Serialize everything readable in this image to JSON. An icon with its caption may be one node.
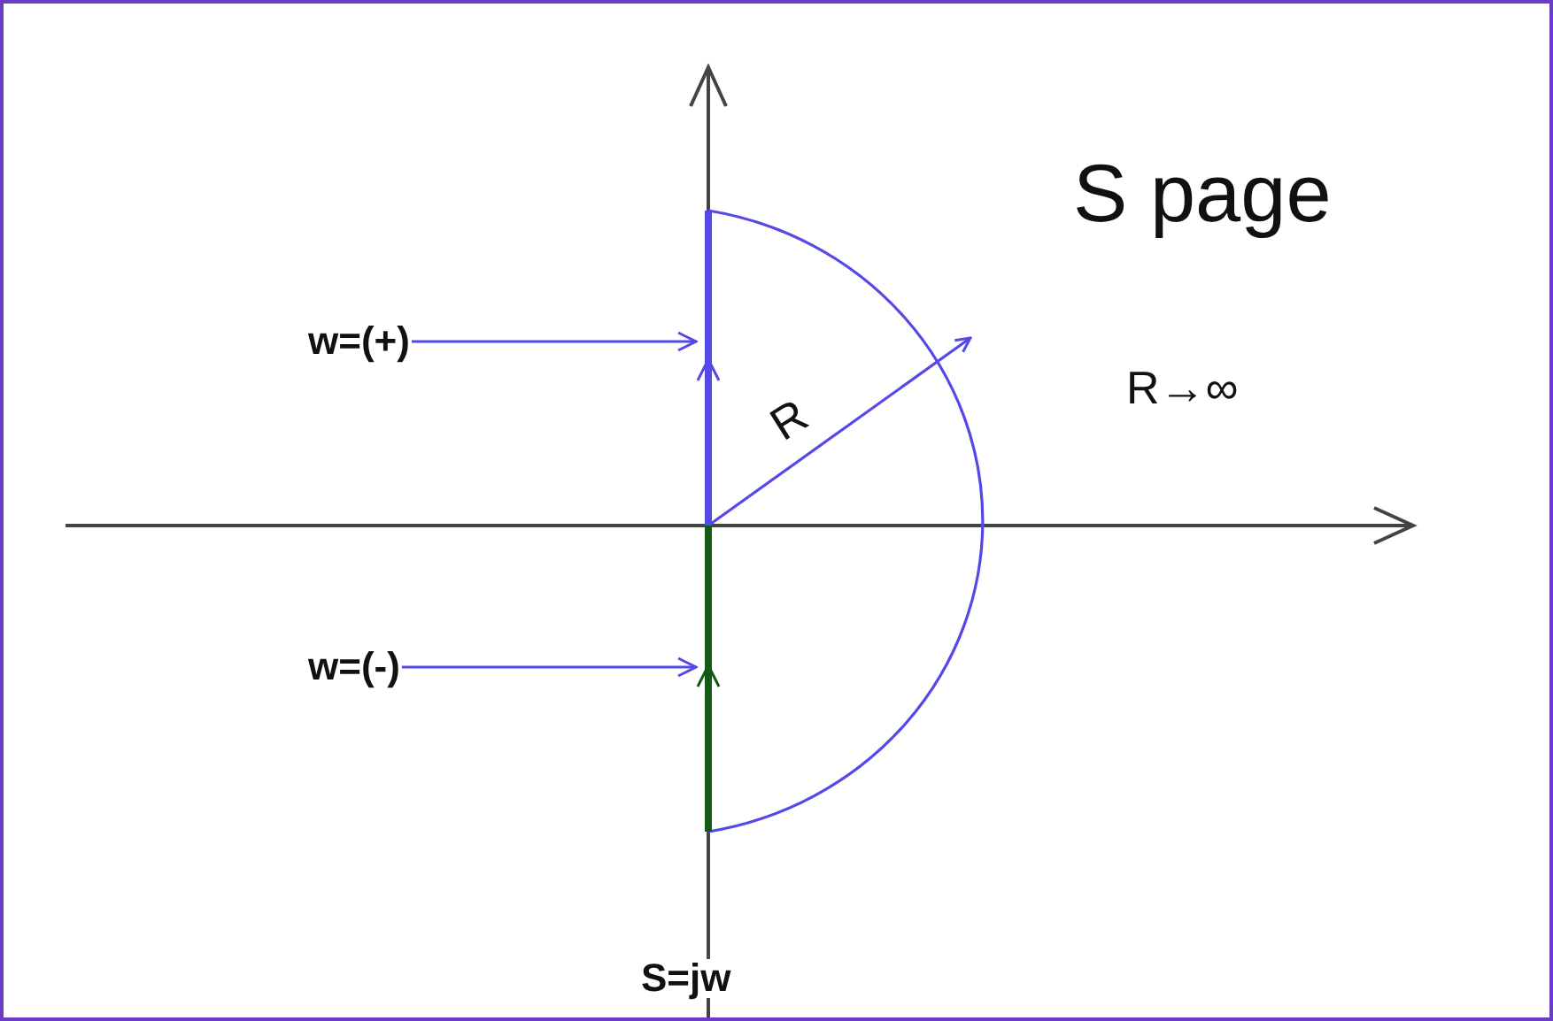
{
  "diagram": {
    "nodes": [
      {
        "text": [
          "w=(+)"
        ]
      },
      {
        "text": [],
        "shape": "bar"
      },
      {
        "text": [
          "w=(-)"
        ]
      },
      {
        "text": [],
        "shape": "bar"
      }
    ],
    "edges": [
      {
        "from": 0,
        "to": 1,
        "arrow": "to"
      },
      {
        "from": 2,
        "to": 3,
        "arrow": "to"
      }
    ],
    "labels": [
      "S page",
      "R",
      "R→∞",
      "S=jw"
    ]
  }
}
